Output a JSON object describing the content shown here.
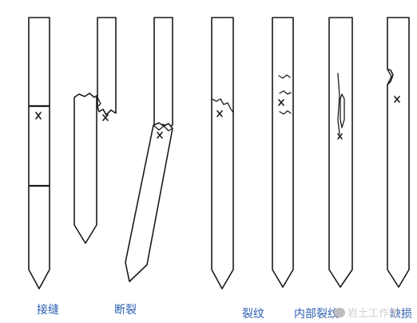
{
  "labels": {
    "joint": "接缝",
    "break": "断裂",
    "crack": "裂纹",
    "internal_crack": "内部裂纹",
    "defect": "缺损"
  },
  "watermark": {
    "text": "岩土工作者"
  },
  "colors": {
    "label": "#2a5db0",
    "line": "#1a1a1a"
  }
}
